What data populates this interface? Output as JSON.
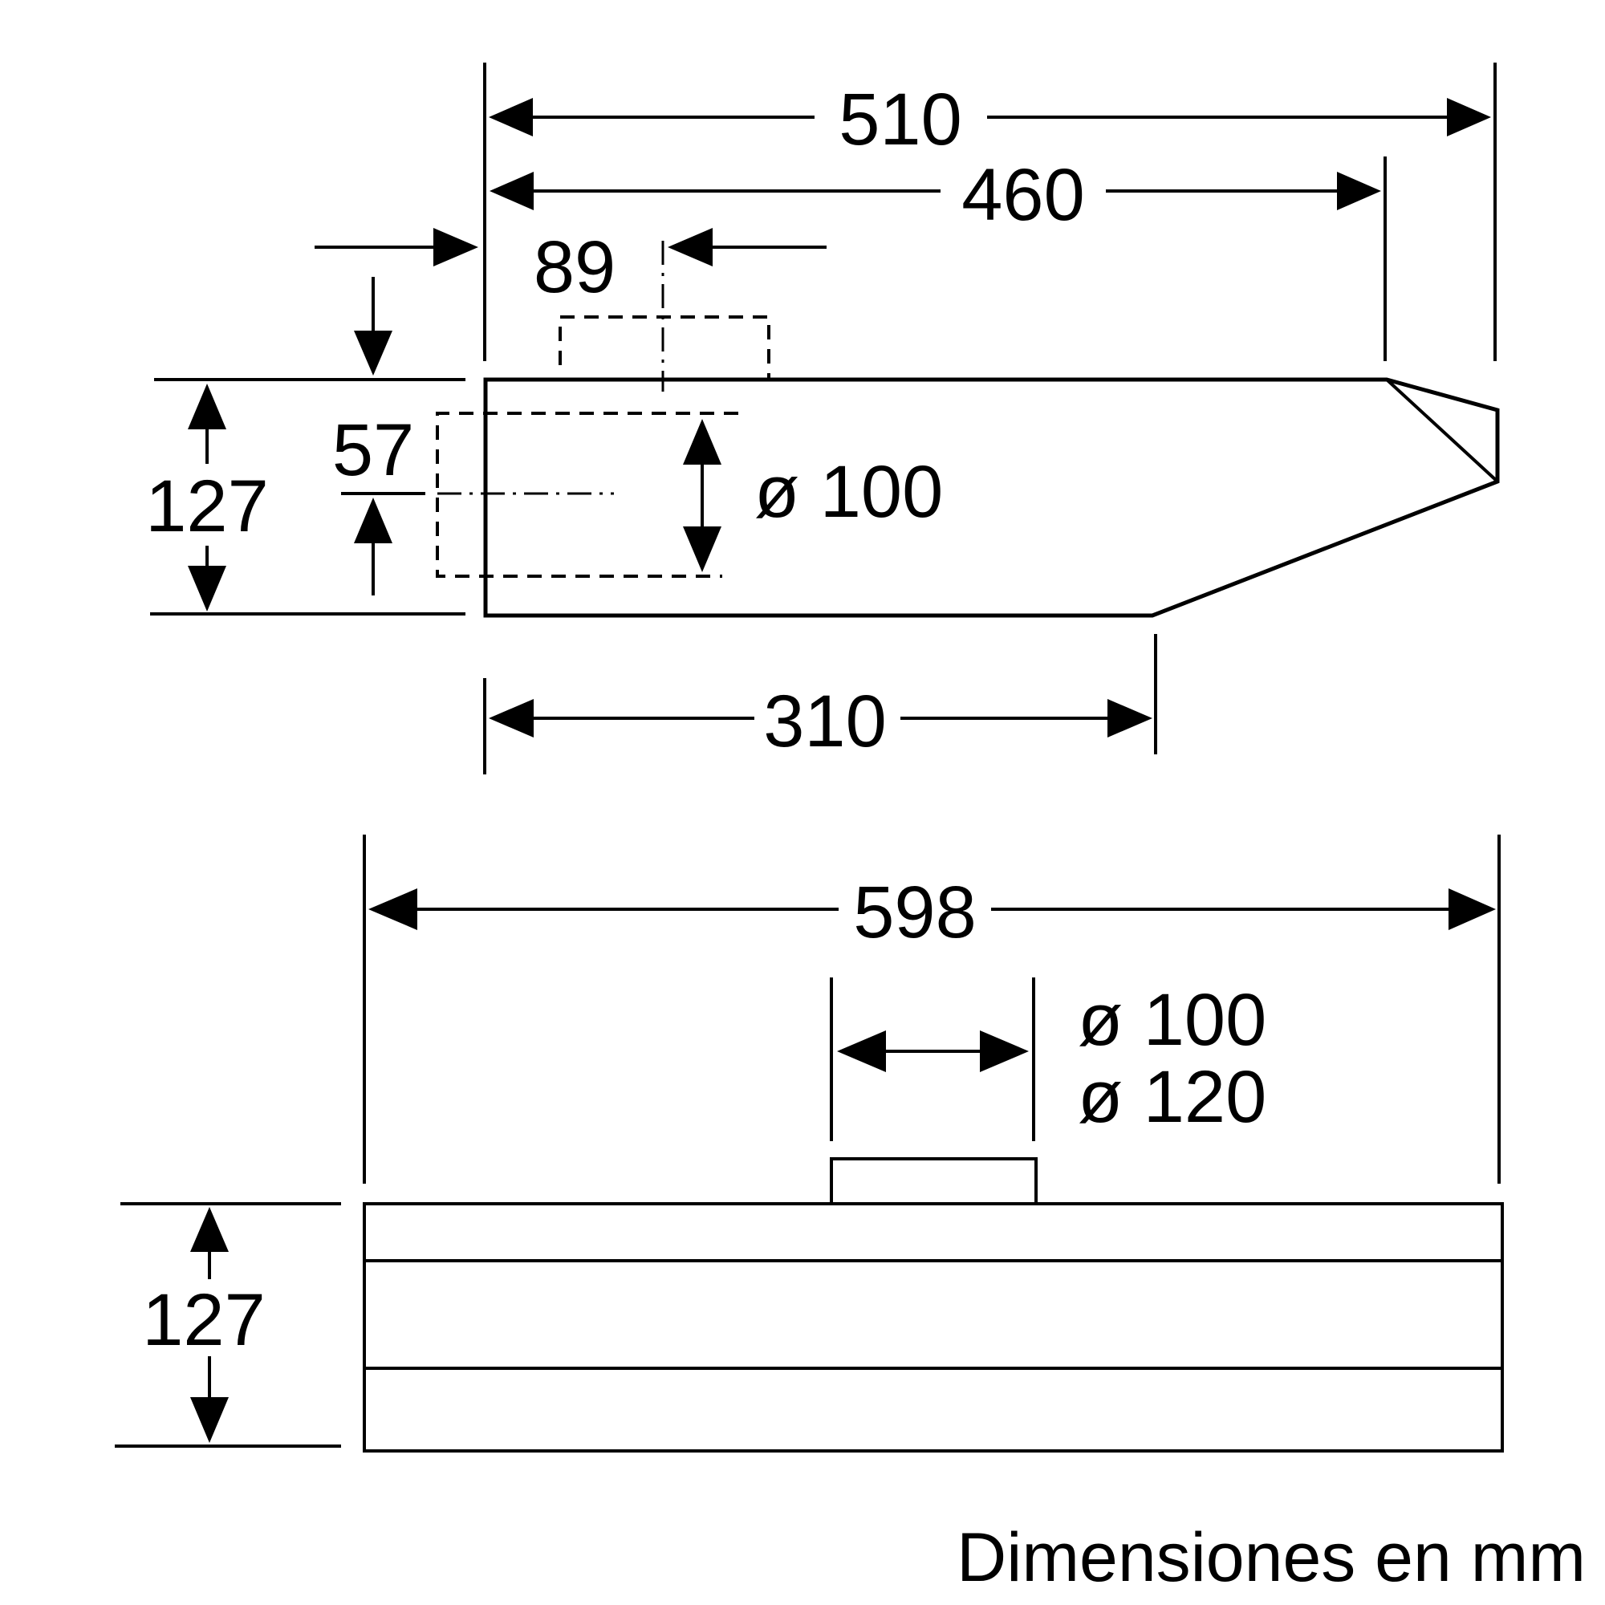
{
  "side_view": {
    "dim_total_depth": "510",
    "dim_body_depth": "460",
    "dim_outlet_offset": "89",
    "dim_outlet_height": "57",
    "dim_height": "127",
    "dim_outlet_diameter": "ø 100",
    "dim_bottom_depth": "310"
  },
  "front_view": {
    "dim_width": "598",
    "dim_outlet_diameter_a": "ø 100",
    "dim_outlet_diameter_b": "ø 120",
    "dim_height": "127"
  },
  "caption": "Dimensiones en mm"
}
